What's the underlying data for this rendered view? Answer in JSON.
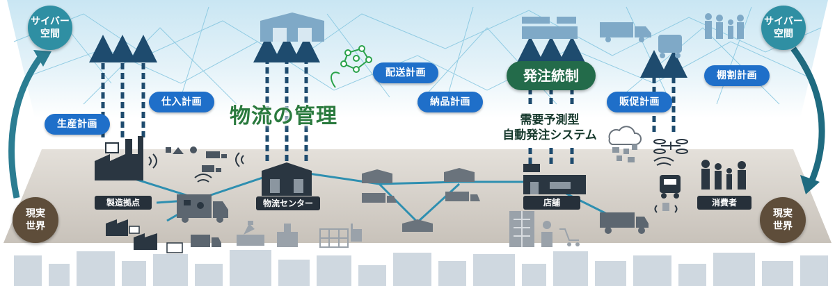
{
  "cyber_label": "サイバー\n空間",
  "real_label": "現実\n世界",
  "plans": {
    "production": "生産計画",
    "purchasing": "仕入計画",
    "delivery": "配送計画",
    "supply": "納品計画",
    "promotion": "販促計画",
    "shelf": "棚割計画"
  },
  "logistics_management": "物流の管理",
  "order_control": "発注統制",
  "forecast_line1": "需要予測型",
  "forecast_line2": "自動発注システム",
  "sites": {
    "factory": "製造拠点",
    "distribution_center": "物流センター",
    "store": "店舗",
    "consumer": "消費者"
  },
  "colors": {
    "pill_blue": "#1f6fc9",
    "order_green": "#236b4a",
    "cyber_teal": "#2f8fa3",
    "real_brown": "#5e4d3a",
    "link_line": "#2e8fb0"
  }
}
